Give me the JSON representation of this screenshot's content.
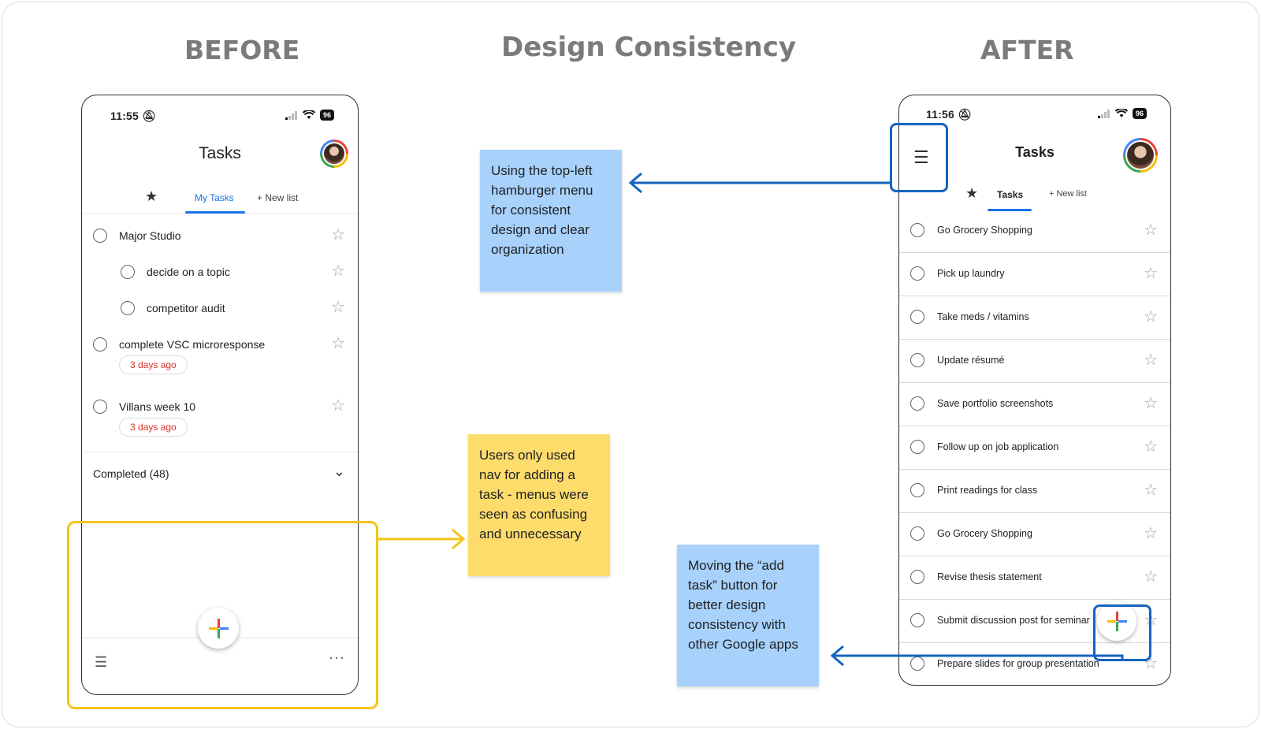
{
  "headings": {
    "before": "BEFORE",
    "title": "Design Consistency",
    "after": "AFTER"
  },
  "before_phone": {
    "time": "11:55",
    "battery": "96",
    "app_title": "Tasks",
    "tabs": {
      "my_tasks": "My Tasks",
      "new_list": "+ New list"
    },
    "tasks": [
      {
        "label": "Major Studio"
      },
      {
        "label": "decide on a topic"
      },
      {
        "label": "competitor audit"
      },
      {
        "label": "complete VSC microresponse",
        "badge": "3 days ago"
      },
      {
        "label": "Villans week 10",
        "badge": "3 days ago"
      }
    ],
    "completed": "Completed (48)"
  },
  "after_phone": {
    "time": "11:56",
    "battery": "96",
    "app_title": "Tasks",
    "tabs": {
      "tasks": "Tasks",
      "new_list": "+ New list"
    },
    "tasks": [
      "Go Grocery Shopping",
      "Pick up laundry",
      "Take meds / vitamins",
      "Update résumé",
      "Save portfolio screenshots",
      "Follow up on job application",
      "Print readings for class",
      "Go Grocery Shopping",
      "Revise thesis statement",
      "Submit discussion post for seminar",
      "Prepare slides for group presentation"
    ]
  },
  "notes": {
    "hamburger": "Using the top-left hamburger menu for consistent design and clear organization",
    "nav": "Users only used nav for adding a task - menus were seen as confusing and unnecessary",
    "add_task": "Moving the “add task” button for better design consistency with other Google apps"
  },
  "colors": {
    "highlight_blue": "#1565c0",
    "highlight_yellow": "#f4c419",
    "note_blue": "#a8d2fb",
    "note_yellow": "#fedc6b",
    "overdue_red": "#d93025",
    "google_blue": "#4285f4",
    "google_red": "#ea4335",
    "google_yellow": "#fbbc05",
    "google_green": "#34a853"
  },
  "icons": [
    "bell-off-icon",
    "signal-icon",
    "wifi-icon",
    "star-icon",
    "hamburger-menu-icon",
    "more-icon",
    "chevron-down-icon",
    "plus-icon"
  ]
}
